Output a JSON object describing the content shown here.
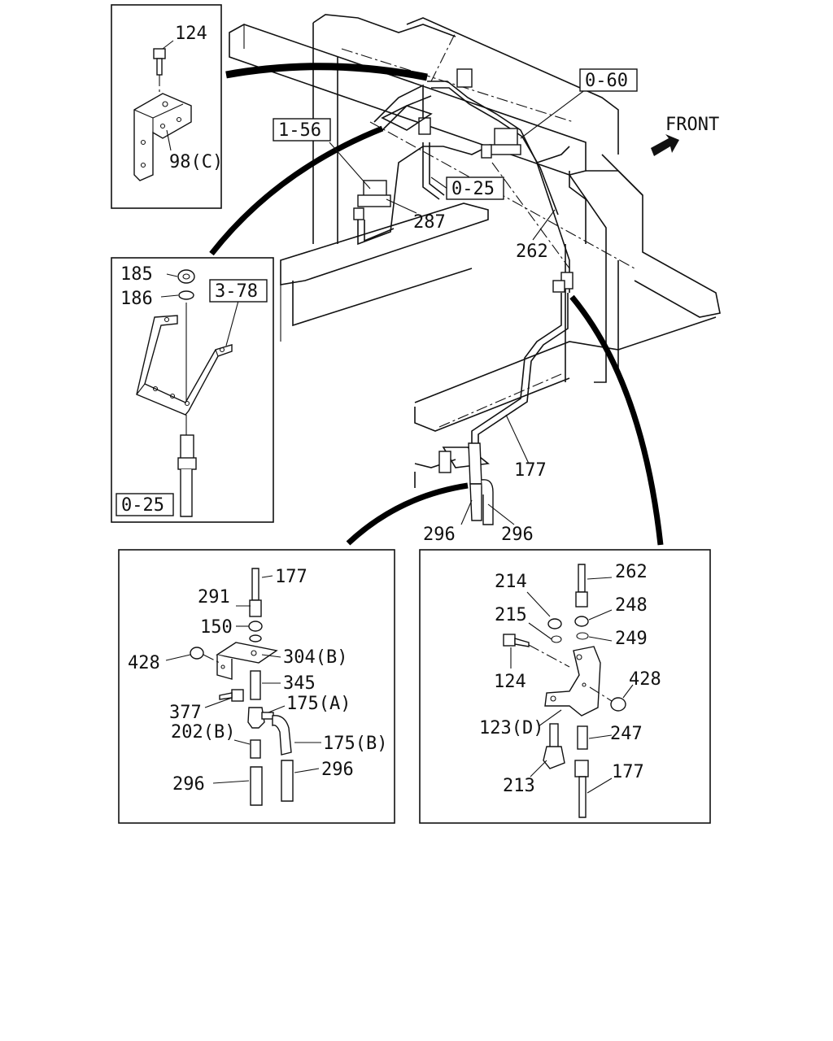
{
  "front_label": "FRONT",
  "refs": {
    "r060": "0-60",
    "r156": "1-56",
    "r025a": "0-25",
    "r378": "3-78",
    "r025b": "0-25"
  },
  "main": {
    "p287": "287",
    "p262": "262",
    "p177": "177",
    "p296a": "296",
    "p296b": "296"
  },
  "inset_a": {
    "p124": "124",
    "p98c": "98(C)"
  },
  "inset_b": {
    "p185": "185",
    "p186": "186"
  },
  "inset_c": {
    "p177": "177",
    "p291": "291",
    "p150": "150",
    "p428": "428",
    "p304b": "304(B)",
    "p345": "345",
    "p377": "377",
    "p175a": "175(A)",
    "p202b": "202(B)",
    "p175b": "175(B)",
    "p296a": "296",
    "p296b": "296"
  },
  "inset_d": {
    "p262": "262",
    "p214": "214",
    "p248": "248",
    "p215": "215",
    "p249": "249",
    "p124": "124",
    "p428": "428",
    "p123d": "123(D)",
    "p247": "247",
    "p213": "213",
    "p177": "177"
  }
}
